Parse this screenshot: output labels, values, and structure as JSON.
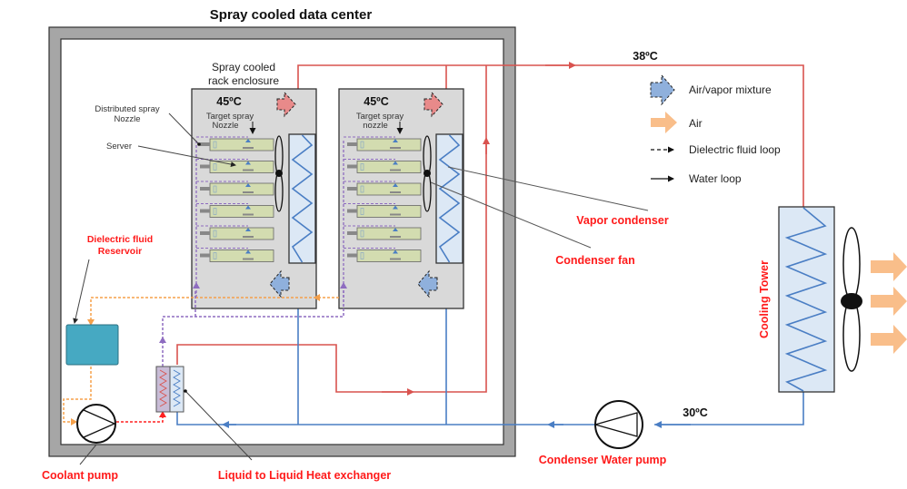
{
  "title": "Spray cooled data center",
  "labels": {
    "rack_enclosure": [
      "Spray cooled",
      "rack enclosure"
    ],
    "distributed_spray_nozzle": [
      "Distributed spray",
      "Nozzle"
    ],
    "server": "Server",
    "target_spray_nozzle_rack1": [
      "Target spray",
      "Nozzle"
    ],
    "target_spray_nozzle_rack2": [
      "Target spray",
      "nozzle"
    ],
    "rack1_temp": "45ºC",
    "rack2_temp": "45ºC",
    "hot_water_temp": "38ºC",
    "cold_water_temp": "30ºC",
    "dielectric_reservoir": [
      "Dielectric fluid",
      "Reservoir"
    ],
    "vapor_condenser": "Vapor condenser",
    "condenser_fan": "Condenser fan",
    "cooling_tower": "Cooling Tower",
    "coolant_pump": "Coolant pump",
    "heat_exchanger": "Liquid to Liquid Heat exchanger",
    "condenser_water_pump": "Condenser Water pump"
  },
  "legend": [
    {
      "key": "air-vapor",
      "label": "Air/vapor mixture"
    },
    {
      "key": "air",
      "label": "Air"
    },
    {
      "key": "dielectric",
      "label": "Dielectric fluid loop"
    },
    {
      "key": "water",
      "label": "Water loop"
    }
  ],
  "colors": {
    "hot_water": "#d9534f",
    "cold_water": "#4a7ec4",
    "dielectric_hot": "#8e6cc0",
    "dielectric_cold": "#f5a04a",
    "coolant_out": "#ff2020",
    "air_arrow": "#f9be8a",
    "vapor_arrow": "#8fb0dc",
    "hot_vapor_arrow": "#e88a8a",
    "reservoir": "#46a9c2",
    "label_red": "#ff1a1a",
    "wall": "#a6a6a6",
    "rack": "#d9d9d9",
    "server": "#d3dcb0",
    "condenser": "#dce8f5"
  },
  "rack_server_count": 6
}
